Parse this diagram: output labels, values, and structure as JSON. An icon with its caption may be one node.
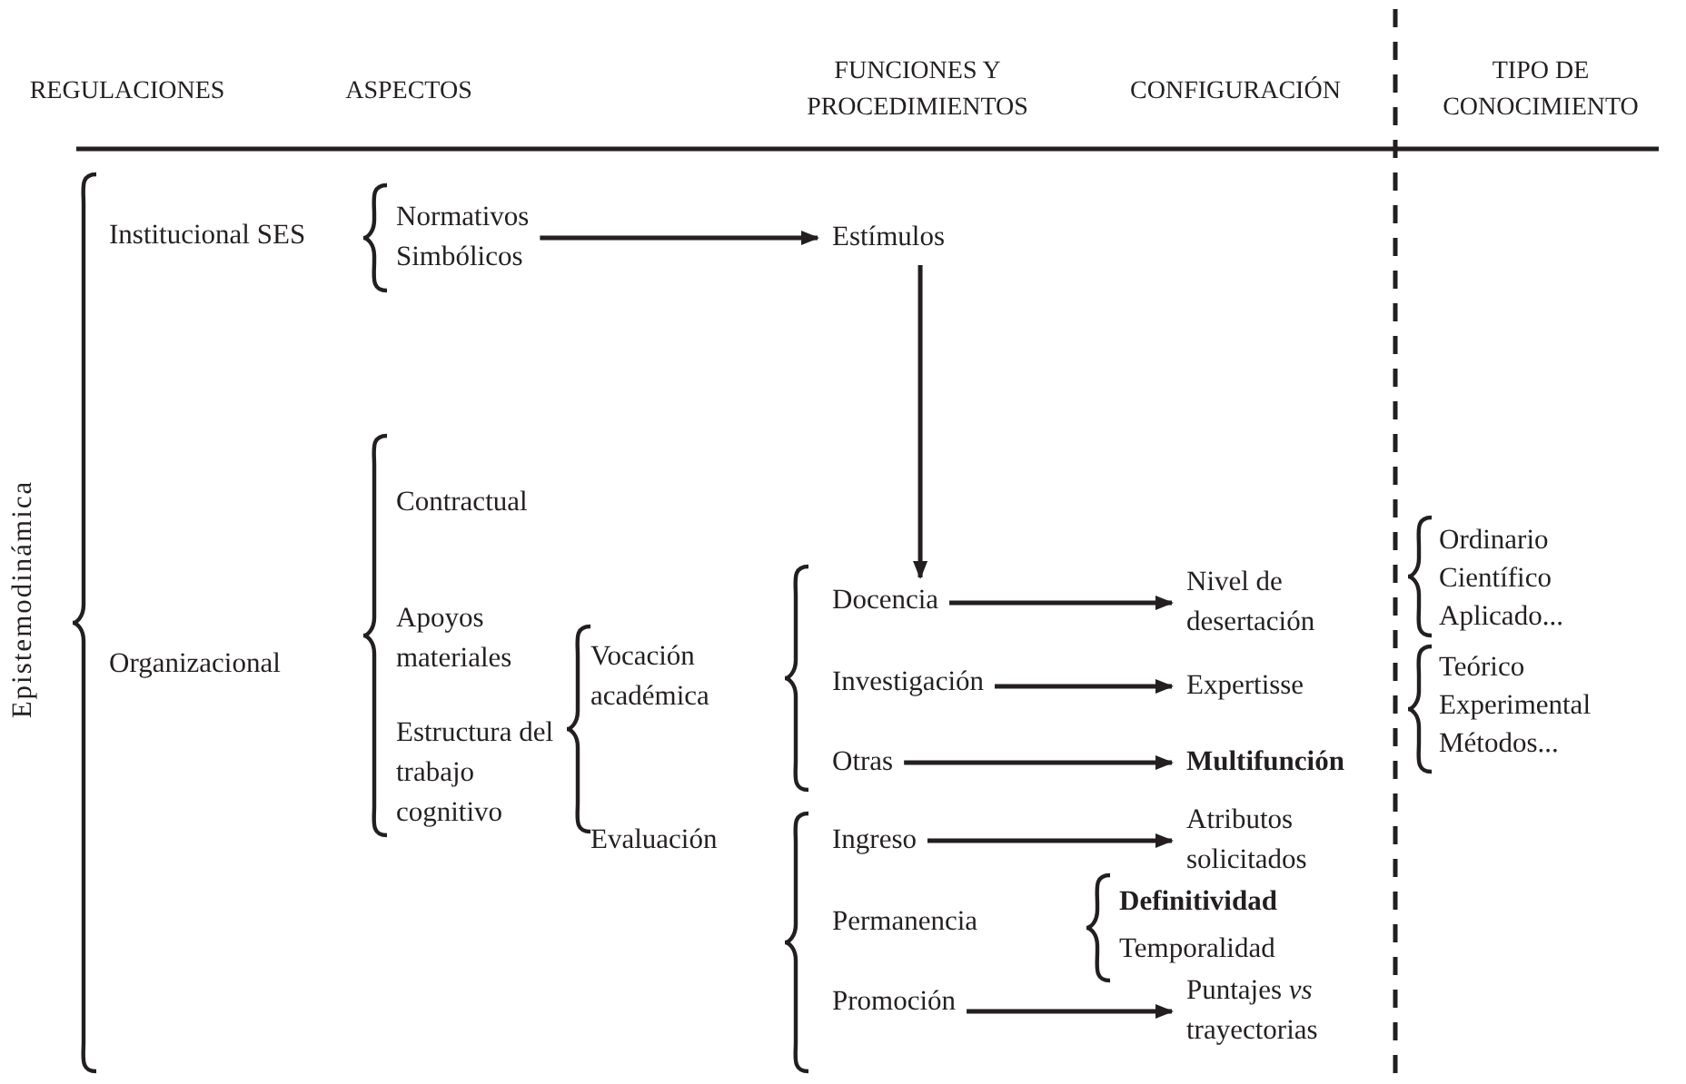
{
  "diagram": {
    "nodes": [
      {
        "text": [
          "Normativos",
          "Simbólicos"
        ]
      },
      {
        "text": [
          "Estímulos"
        ]
      },
      {
        "text": [
          "Docencia"
        ]
      },
      {
        "text": [
          "Nivel de desertación"
        ]
      },
      {
        "text": [
          "Investigación"
        ]
      },
      {
        "text": [
          "Expertisse"
        ]
      },
      {
        "text": [
          "Otras"
        ]
      },
      {
        "text": [
          "Multifunción"
        ]
      },
      {
        "text": [
          "Ingreso"
        ]
      },
      {
        "text": [
          "Atributos solicitados"
        ]
      },
      {
        "text": [
          "Promoción"
        ]
      },
      {
        "text": [
          "Puntajes *vs* trayectorias"
        ]
      }
    ],
    "edges": [
      {
        "from": 0,
        "to": 1,
        "arrow": "to"
      },
      {
        "from": 1,
        "to": 2,
        "arrow": "to"
      },
      {
        "from": 2,
        "to": 3,
        "arrow": "to"
      },
      {
        "from": 4,
        "to": 5,
        "arrow": "to"
      },
      {
        "from": 6,
        "to": 7,
        "arrow": "to"
      },
      {
        "from": 8,
        "to": 9,
        "arrow": "to"
      },
      {
        "from": 10,
        "to": 11,
        "arrow": "to"
      }
    ],
    "labels": [
      "REGULACIONES",
      "ASPECTOS",
      "FUNCIONES Y PROCEDIMIENTOS",
      "CONFIGURACIÓN",
      "TIPO DE CONOCIMIENTO",
      "Epistemodinámica",
      "Institucional SES",
      "Organizacional",
      "Contractual",
      "Apoyos materiales",
      "Estructura del trabajo cognitivo",
      "Vocación académica",
      "Evaluación",
      "Permanencia",
      "Definitividad",
      "Temporalidad",
      "Ordinario",
      "Científico",
      "Aplicado...",
      "Teórico",
      "Experimental",
      "Métodos..."
    ]
  }
}
